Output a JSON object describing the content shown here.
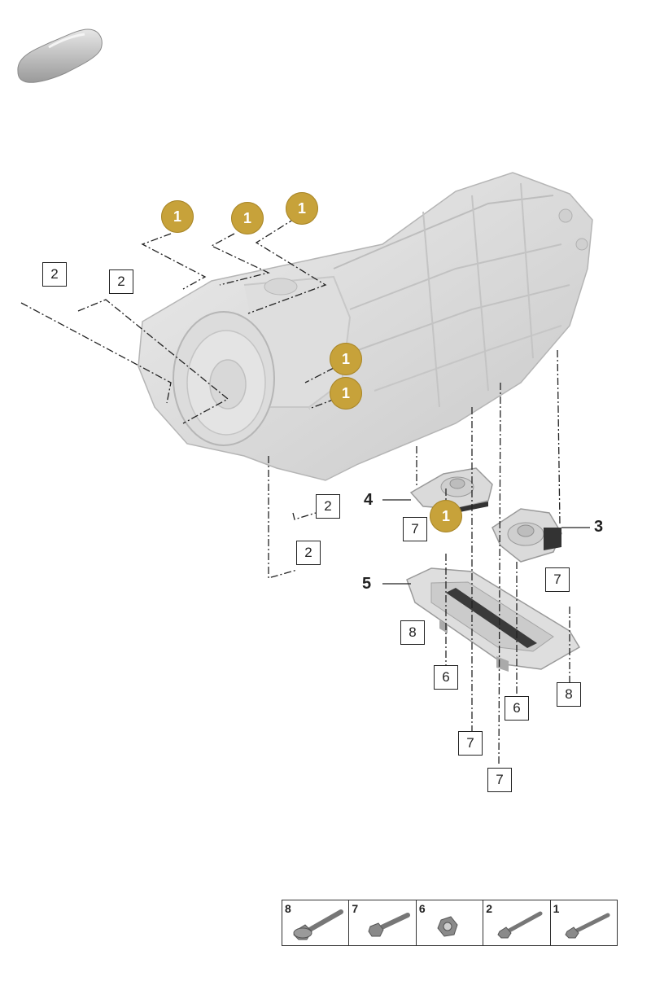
{
  "callouts": {
    "gold_label": "1",
    "box_labels": {
      "b2a": "2",
      "b2b": "2",
      "b2c": "2",
      "b2d": "2",
      "b7a": "7",
      "b7b": "7",
      "b7c": "7",
      "b7d": "7",
      "b8a": "8",
      "b8b": "8",
      "b6a": "6",
      "b6b": "6"
    },
    "part_labels": {
      "p3": "3",
      "p4": "4",
      "p5": "5"
    }
  },
  "legend": {
    "cells": [
      {
        "num": "8",
        "icon": "hex-flange-bolt-long-icon"
      },
      {
        "num": "7",
        "icon": "hex-bolt-icon"
      },
      {
        "num": "6",
        "icon": "hex-nut-icon"
      },
      {
        "num": "2",
        "icon": "long-bolt-icon"
      },
      {
        "num": "1",
        "icon": "bolt-icon"
      }
    ]
  },
  "colors": {
    "gold": "#c7a23a",
    "part_gray": "#d4d4d4",
    "line": "#222222"
  }
}
